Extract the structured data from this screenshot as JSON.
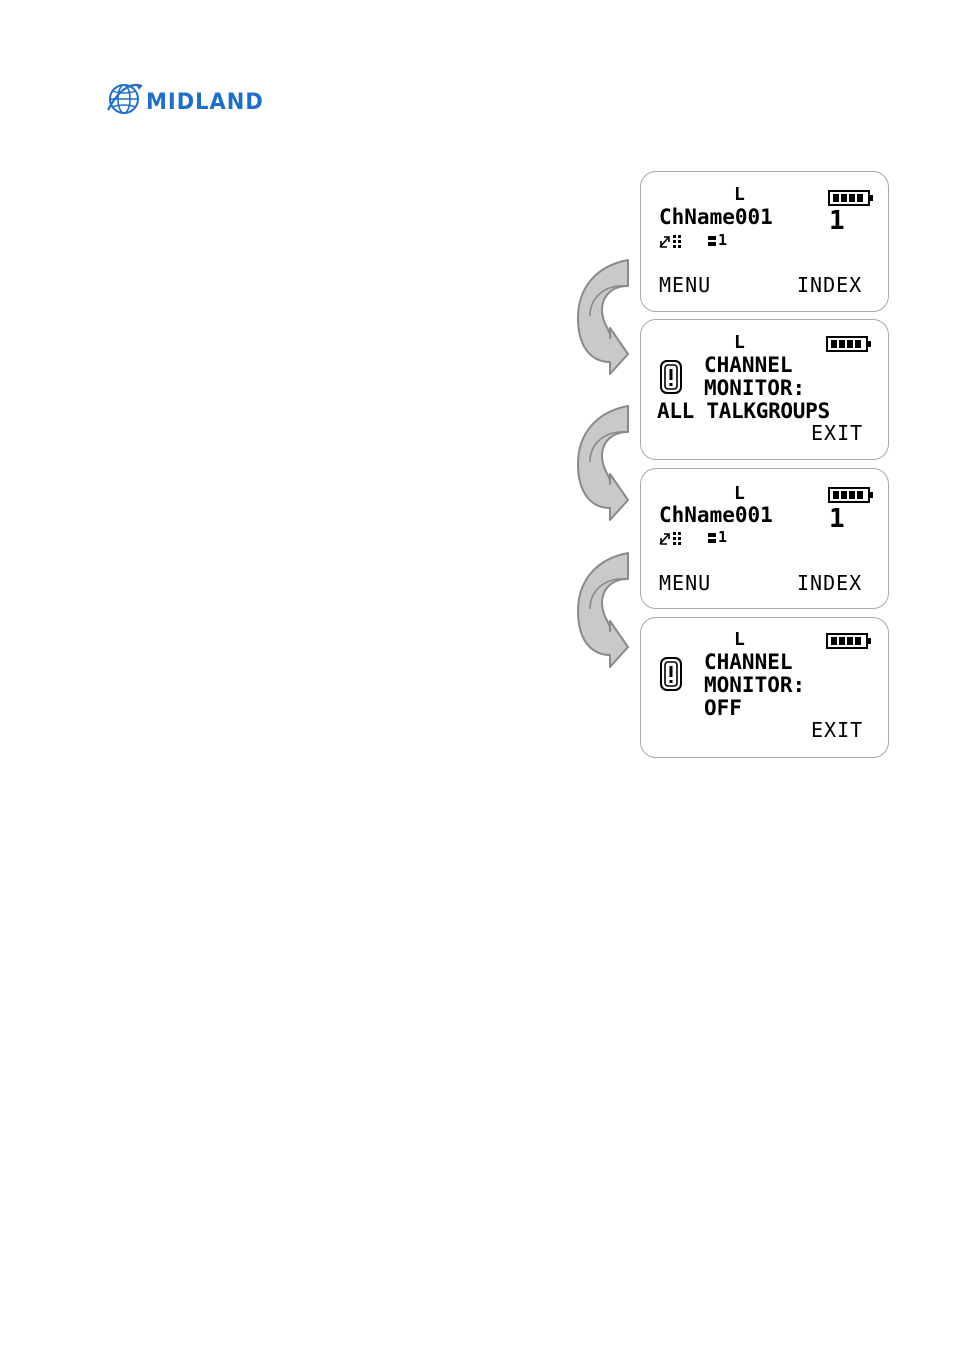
{
  "logo": {
    "text": "MIDLAND",
    "icon": "globe-icon",
    "color": "#1f6fc8"
  },
  "screens": [
    {
      "mode": "L",
      "channel_name": "ChName001",
      "channel_number": "1",
      "status_icon": "scan-list-icon",
      "status_text": "1",
      "left_softkey": "MENU",
      "right_softkey": "INDEX"
    },
    {
      "mode": "L",
      "icon": "monitor-icon",
      "line1": "CHANNEL",
      "line2": "MONITOR:",
      "line3": "ALL TALKGROUPS",
      "right_softkey": "EXIT"
    },
    {
      "mode": "L",
      "channel_name": "ChName001",
      "channel_number": "1",
      "status_icon": "scan-list-icon",
      "status_text": "1",
      "left_softkey": "MENU",
      "right_softkey": "INDEX"
    },
    {
      "mode": "L",
      "icon": "monitor-icon",
      "line1": "CHANNEL",
      "line2": "MONITOR:",
      "line3": "OFF",
      "right_softkey": "EXIT"
    }
  ]
}
